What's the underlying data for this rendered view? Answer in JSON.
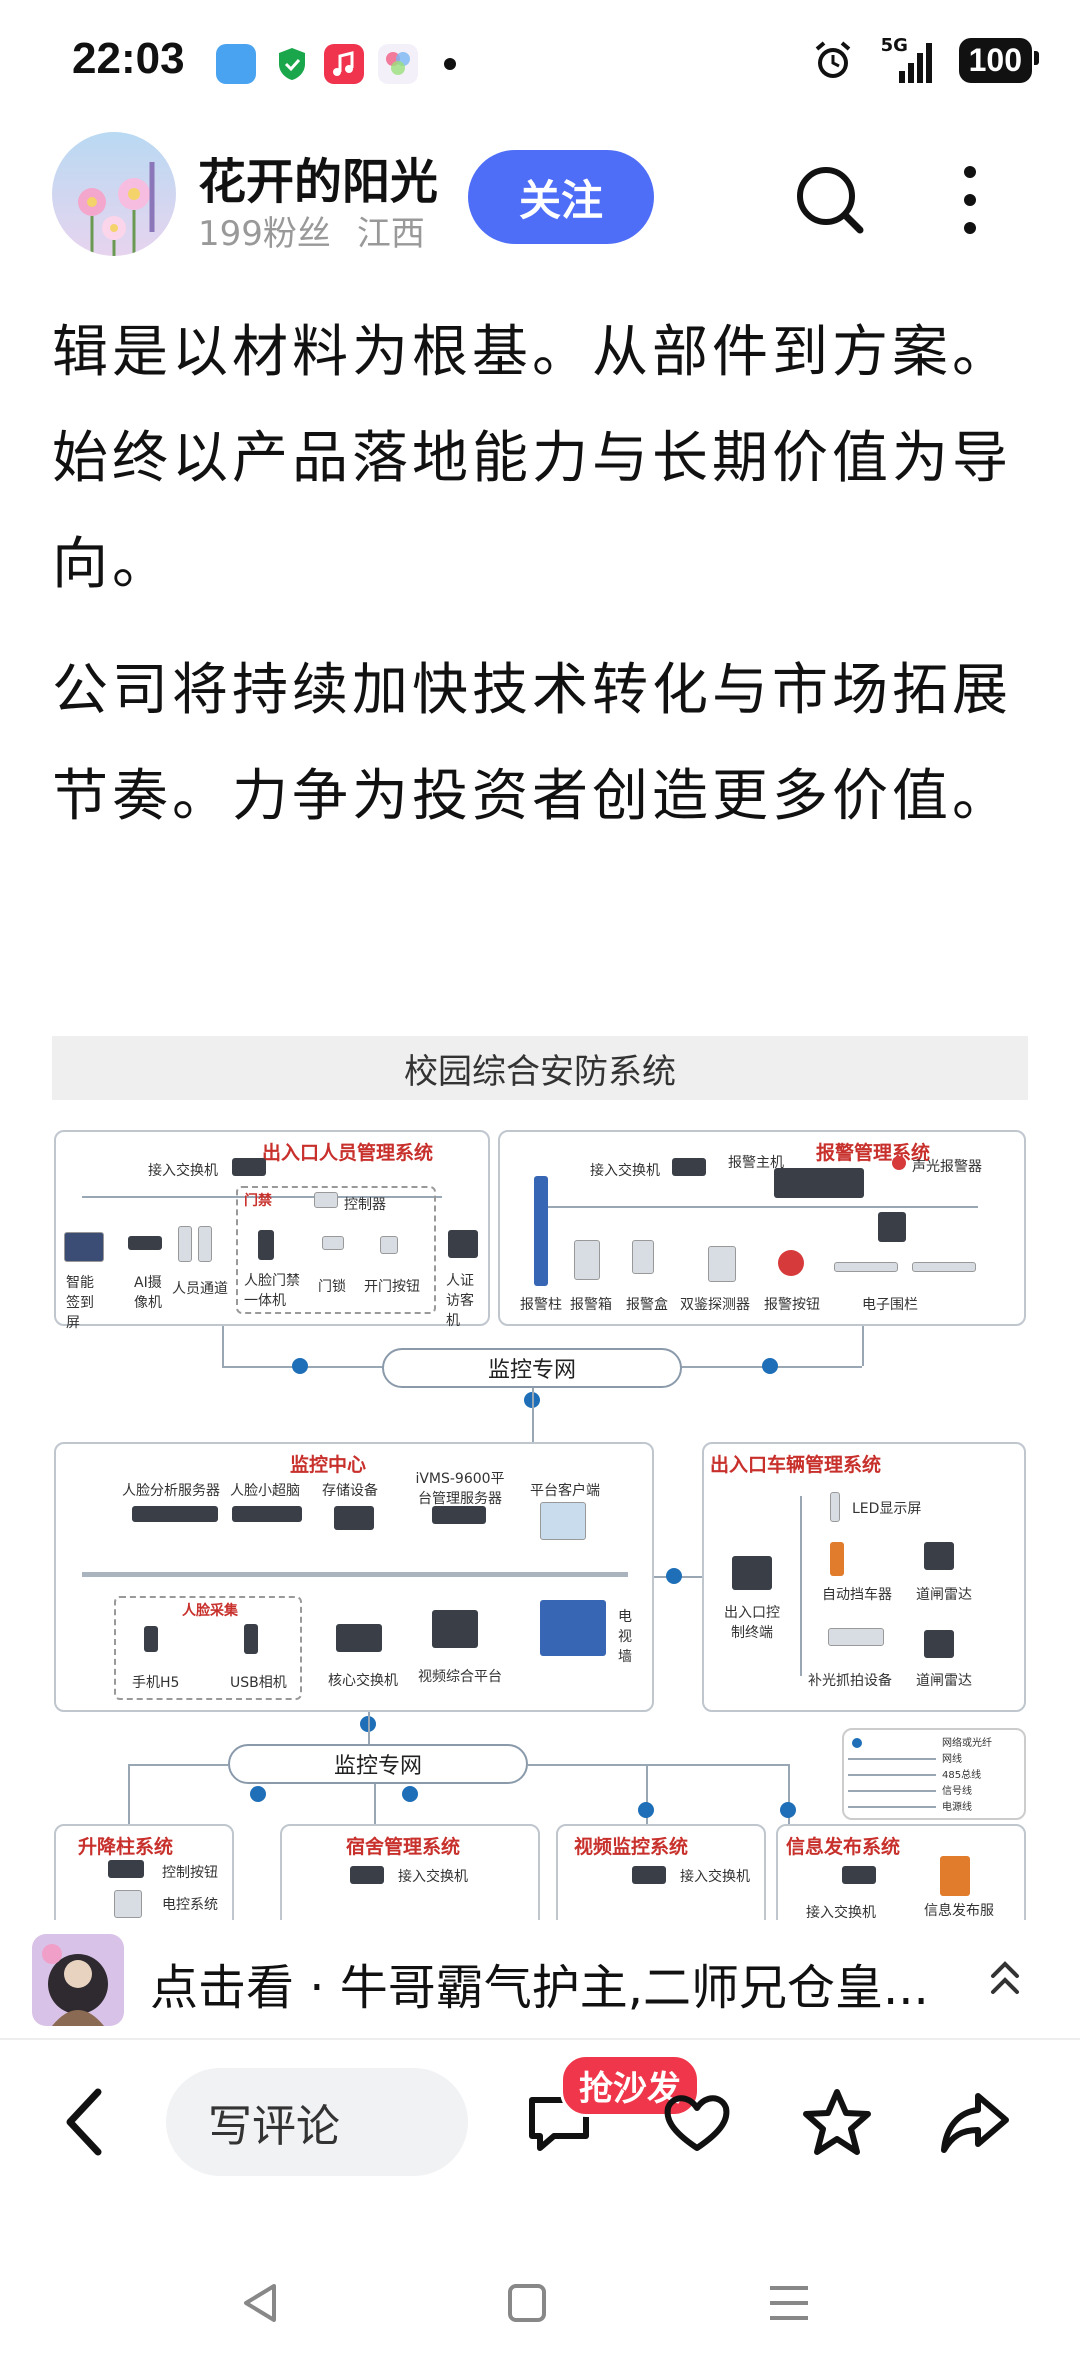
{
  "status_bar": {
    "time": "22:03",
    "network": "5G",
    "battery": "100",
    "icons": [
      "weather-app-icon",
      "shield-app-icon",
      "music-app-icon",
      "photos-app-icon",
      "more-dot-icon",
      "alarm-icon",
      "signal-icon",
      "battery-icon"
    ]
  },
  "header": {
    "author_name": "花开的阳光",
    "fans": "199粉丝",
    "location": "江西",
    "follow_label": "关注"
  },
  "article": {
    "paragraphs": [
      "辑是以材料为根基。从部件到方案。始终以产品落地能力与长期价值为导向。",
      "公司将持续加快技术转化与市场拓展节奏。力争为投资者创造更多价值。"
    ]
  },
  "figure": {
    "title": "校园综合安防系统",
    "boxes": {
      "entrance_personnel": "出入口人员管理系统",
      "alarm": "报警管理系统",
      "monitor_center": "监控中心",
      "vehicle": "出入口车辆管理系统",
      "bollard": "升降柱系统",
      "dorm": "宿舍管理系统",
      "video": "视频监控系统",
      "info": "信息发布系统"
    },
    "network_1": "监控专网",
    "network_2": "监控专网",
    "labels": {
      "access_switch": "接入交换机",
      "smart_screen": "智能签到屏",
      "ai_camera": "AI摄像机",
      "person_channel": "人员通道",
      "door_ban": "门禁",
      "controller": "控制器",
      "face_door": "人脸门禁一体机",
      "door_lock": "门锁",
      "door_button": "开门按钮",
      "id_visitor": "人证访客机",
      "alarm_host": "报警主机",
      "sound_light": "声光报警器",
      "alarm_pillar": "报警柱",
      "alarm_box": "报警箱",
      "alarm_box2": "报警盒",
      "dual_detector": "双鉴探测器",
      "alarm_button": "报警按钮",
      "e_fence": "电子围栏",
      "face_server": "人脸分析服务器",
      "face_mini": "人脸小超脑",
      "storage": "存储设备",
      "ivms": "iVMS-9600平台管理服务器",
      "client": "平台客户端",
      "face_collect": "人脸采集",
      "phone_h5": "手机H5",
      "usb_camera": "USB相机",
      "core_switch": "核心交换机",
      "video_platform": "视频综合平台",
      "tv_wall": "电视墙",
      "led": "LED显示屏",
      "barrier": "自动挡车器",
      "radar1": "道闸雷达",
      "gate_terminal": "出入口控制终端",
      "fill_light": "补光抓拍设备",
      "radar2": "道闸雷达",
      "control_button": "控制按钮",
      "electric_control": "电控系统",
      "access_switch_2": "接入交换机",
      "access_switch_3": "接入交换机",
      "access_switch_4": "接入交换机",
      "info_server": "信息发布服务器",
      "legend_1": "网络或光纤",
      "legend_2": "网线",
      "legend_3": "485总线",
      "legend_4": "信号线",
      "legend_5": "电源线"
    }
  },
  "recommendation": {
    "text": "点击看 · 牛哥霸气护主,二师兄仓皇..."
  },
  "action_bar": {
    "comment_placeholder": "写评论",
    "badge": "抢沙发"
  }
}
